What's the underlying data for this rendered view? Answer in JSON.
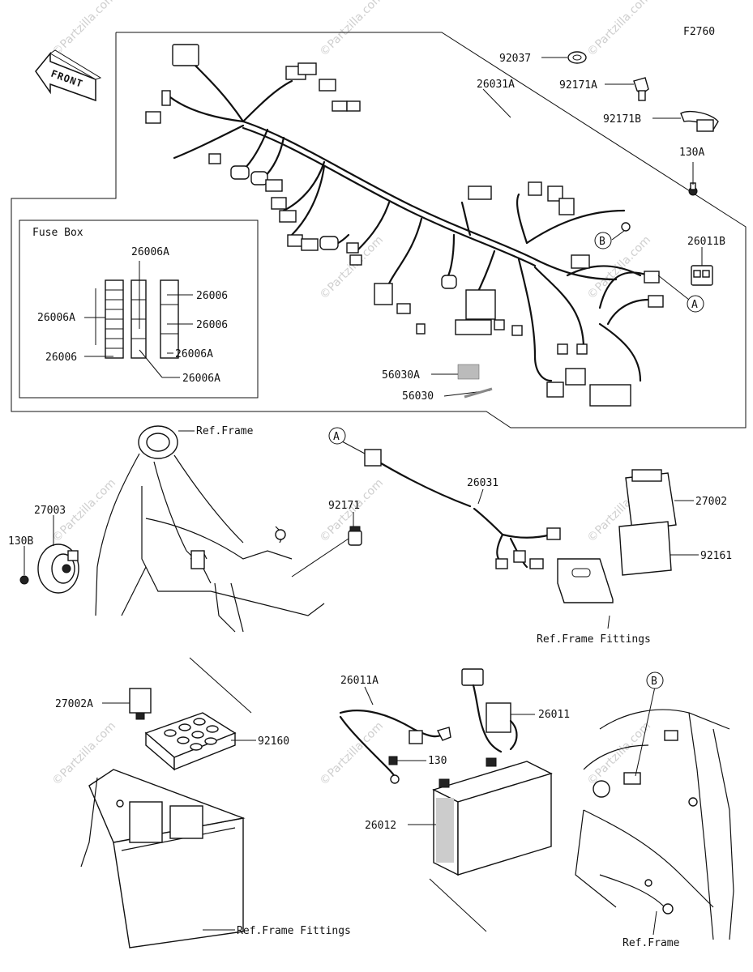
{
  "figure_code": "F2760",
  "front_label": "FRONT",
  "fuse_box_title": "Fuse Box",
  "watermark": "©Partzilla.com",
  "callouts": {
    "B": "B",
    "A": "A"
  },
  "labels": {
    "p92037": "92037",
    "p92171A": "92171A",
    "p26031A": "26031A",
    "p92171B": "92171B",
    "p130A": "130A",
    "p26011B": "26011B",
    "p26006A_top": "26006A",
    "p26006A_left": "26006A",
    "p26006_r1": "26006",
    "p26006_r2": "26006",
    "p26006A_r3": "26006A",
    "p26006_left2": "26006",
    "p26006A_bottom": "26006A",
    "p56030A": "56030A",
    "p56030": "56030",
    "ref_frame_1": "Ref.Frame",
    "p26031": "26031",
    "p27003": "27003",
    "p130B": "130B",
    "p92171": "92171",
    "p27002": "27002",
    "p92161": "92161",
    "ref_frame_fittings_1": "Ref.Frame Fittings",
    "p26011A": "26011A",
    "p26011": "26011",
    "p27002A": "27002A",
    "p92160": "92160",
    "p130": "130",
    "p26012": "26012",
    "ref_frame_fittings_2": "Ref.Frame Fittings",
    "ref_frame_2": "Ref.Frame"
  }
}
